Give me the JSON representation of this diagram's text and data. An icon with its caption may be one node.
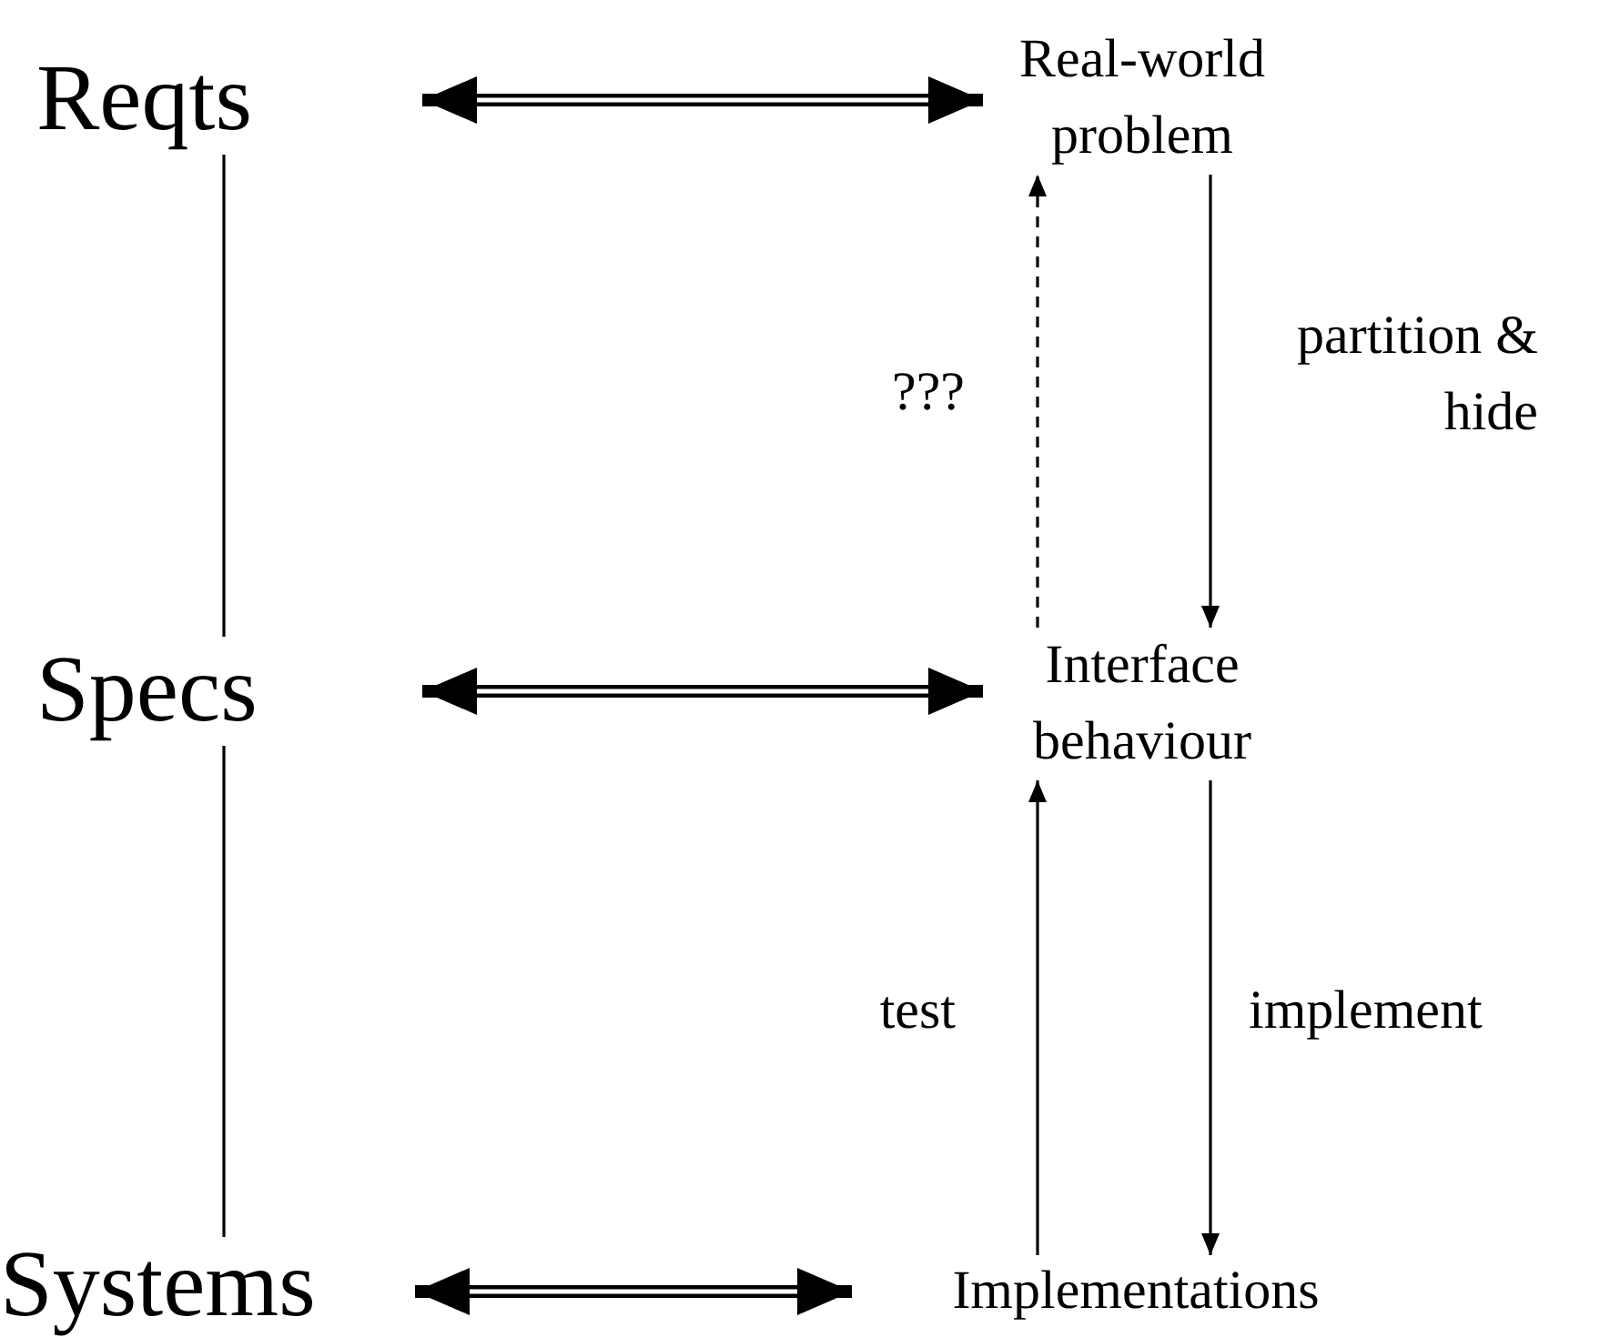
{
  "diagram": {
    "nodes": [
      {
        "text": [
          "Reqts"
        ]
      },
      {
        "text": [
          "Real-world problem"
        ]
      },
      {
        "text": [
          "Specs"
        ]
      },
      {
        "text": [
          "Interface behaviour"
        ]
      },
      {
        "text": [
          "Systems"
        ]
      },
      {
        "text": [
          "Implementations"
        ]
      }
    ],
    "edges": [
      {
        "from": 0,
        "to": 1,
        "arrow": "both",
        "style": "thick"
      },
      {
        "from": 0,
        "to": 2,
        "arrow": "none"
      },
      {
        "from": 1,
        "to": 3,
        "arrow": "to",
        "label": "partition & hide"
      },
      {
        "from": 3,
        "to": 1,
        "arrow": "to",
        "style": "dashed",
        "label": "???"
      },
      {
        "from": 2,
        "to": 3,
        "arrow": "both",
        "style": "thick"
      },
      {
        "from": 2,
        "to": 4,
        "arrow": "none"
      },
      {
        "from": 3,
        "to": 5,
        "arrow": "to",
        "label": "implement"
      },
      {
        "from": 5,
        "to": 3,
        "arrow": "to",
        "label": "test"
      },
      {
        "from": 4,
        "to": 5,
        "arrow": "both",
        "style": "thick"
      }
    ]
  }
}
